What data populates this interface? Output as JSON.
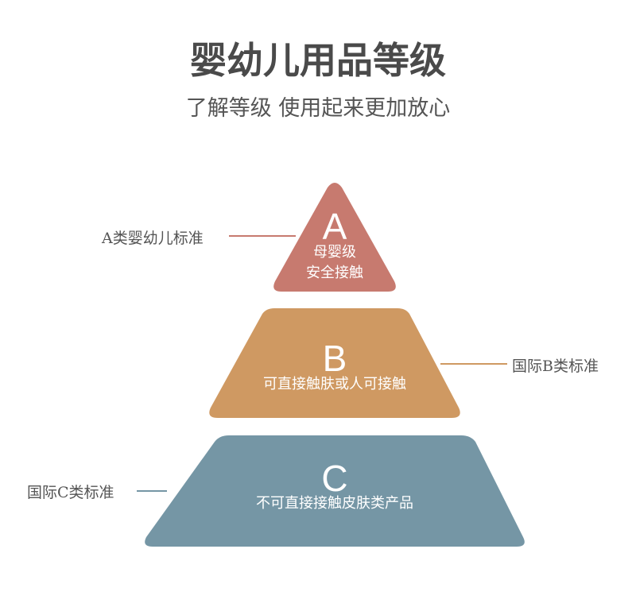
{
  "header": {
    "title": "婴幼儿用品等级",
    "subtitle": "了解等级  使用起来更加放心"
  },
  "tiers": [
    {
      "letter": "A",
      "desc_line1": "母婴级",
      "desc_line2": "安全接触",
      "standard": "A类婴幼儿标准",
      "color": "#c77a6f"
    },
    {
      "letter": "B",
      "desc_line1": "可直接触肤或人可接触",
      "standard": "国际B类标准",
      "color": "#cf9962"
    },
    {
      "letter": "C",
      "desc_line1": "不可直接接触皮肤类产品",
      "standard": "国际C类标准",
      "color": "#7596a5"
    }
  ]
}
